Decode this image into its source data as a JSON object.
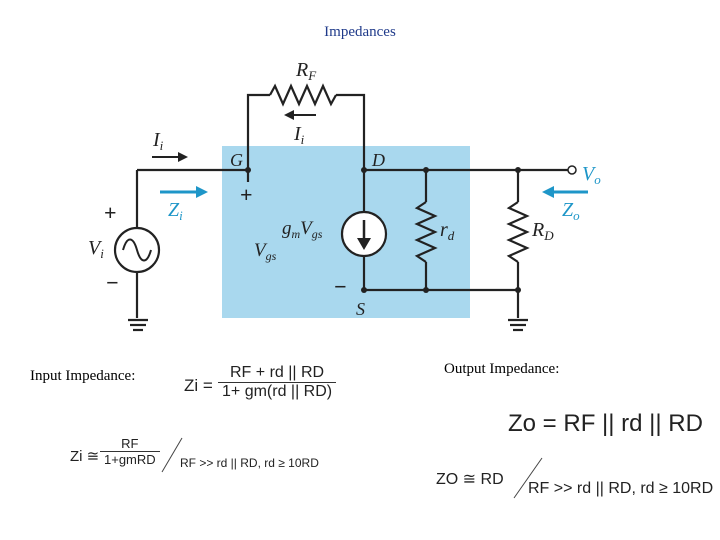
{
  "title": "Impedances",
  "circuit": {
    "labels": {
      "rf": "R",
      "rf_sub": "F",
      "ii_top": "I",
      "ii_top_sub": "i",
      "ii_left": "I",
      "ii_left_sub": "i",
      "g": "G",
      "d": "D",
      "s": "S",
      "plus_gate": "+",
      "plus_src": "+",
      "minus_src": "−",
      "minus_gs": "−",
      "zi": "Z",
      "zi_sub": "i",
      "vi": "V",
      "vi_sub": "i",
      "vo": "V",
      "vo_sub": "o",
      "zo": "Z",
      "zo_sub": "o",
      "gm": "g",
      "gm_sub": "m",
      "vgs_a": "V",
      "vgs_a_sub": "gs",
      "vgs": "V",
      "vgs_sub": "gs",
      "rd": "r",
      "rd_sub": "d",
      "rdd": "R",
      "rdd_sub": "D"
    },
    "colors": {
      "shade": "#a9d8ee",
      "arrow": "#1e96c8",
      "wire": "#222222",
      "vo_label": "#1e96c8"
    }
  },
  "input": {
    "heading": "Input Impedance:",
    "zi_lhs": "Zi =",
    "zi_num": "RF + rd || RD",
    "zi_den": "1+ gm(rd || RD)",
    "approx_lhs": "Zi ≅",
    "approx_num": "RF",
    "approx_den": "1+gmRD",
    "condition": "RF >> rd || RD, rd ≥ 10RD"
  },
  "output": {
    "heading": "Output Impedance:",
    "zo_eq": "Zo = RF || rd || RD",
    "approx": "ZO ≅ RD",
    "condition": "RF >> rd || RD, rd ≥ 10RD"
  }
}
